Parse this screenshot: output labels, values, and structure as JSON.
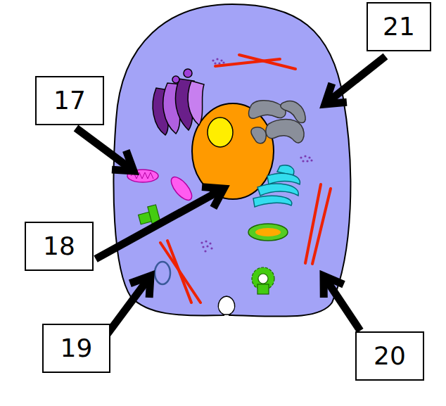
{
  "diagram": {
    "nodes": [
      {
        "text": [
          "21"
        ]
      },
      {
        "text": [
          "17"
        ]
      },
      {
        "text": [
          "18"
        ]
      },
      {
        "text": [
          "19"
        ]
      },
      {
        "text": [
          "20"
        ]
      }
    ]
  }
}
